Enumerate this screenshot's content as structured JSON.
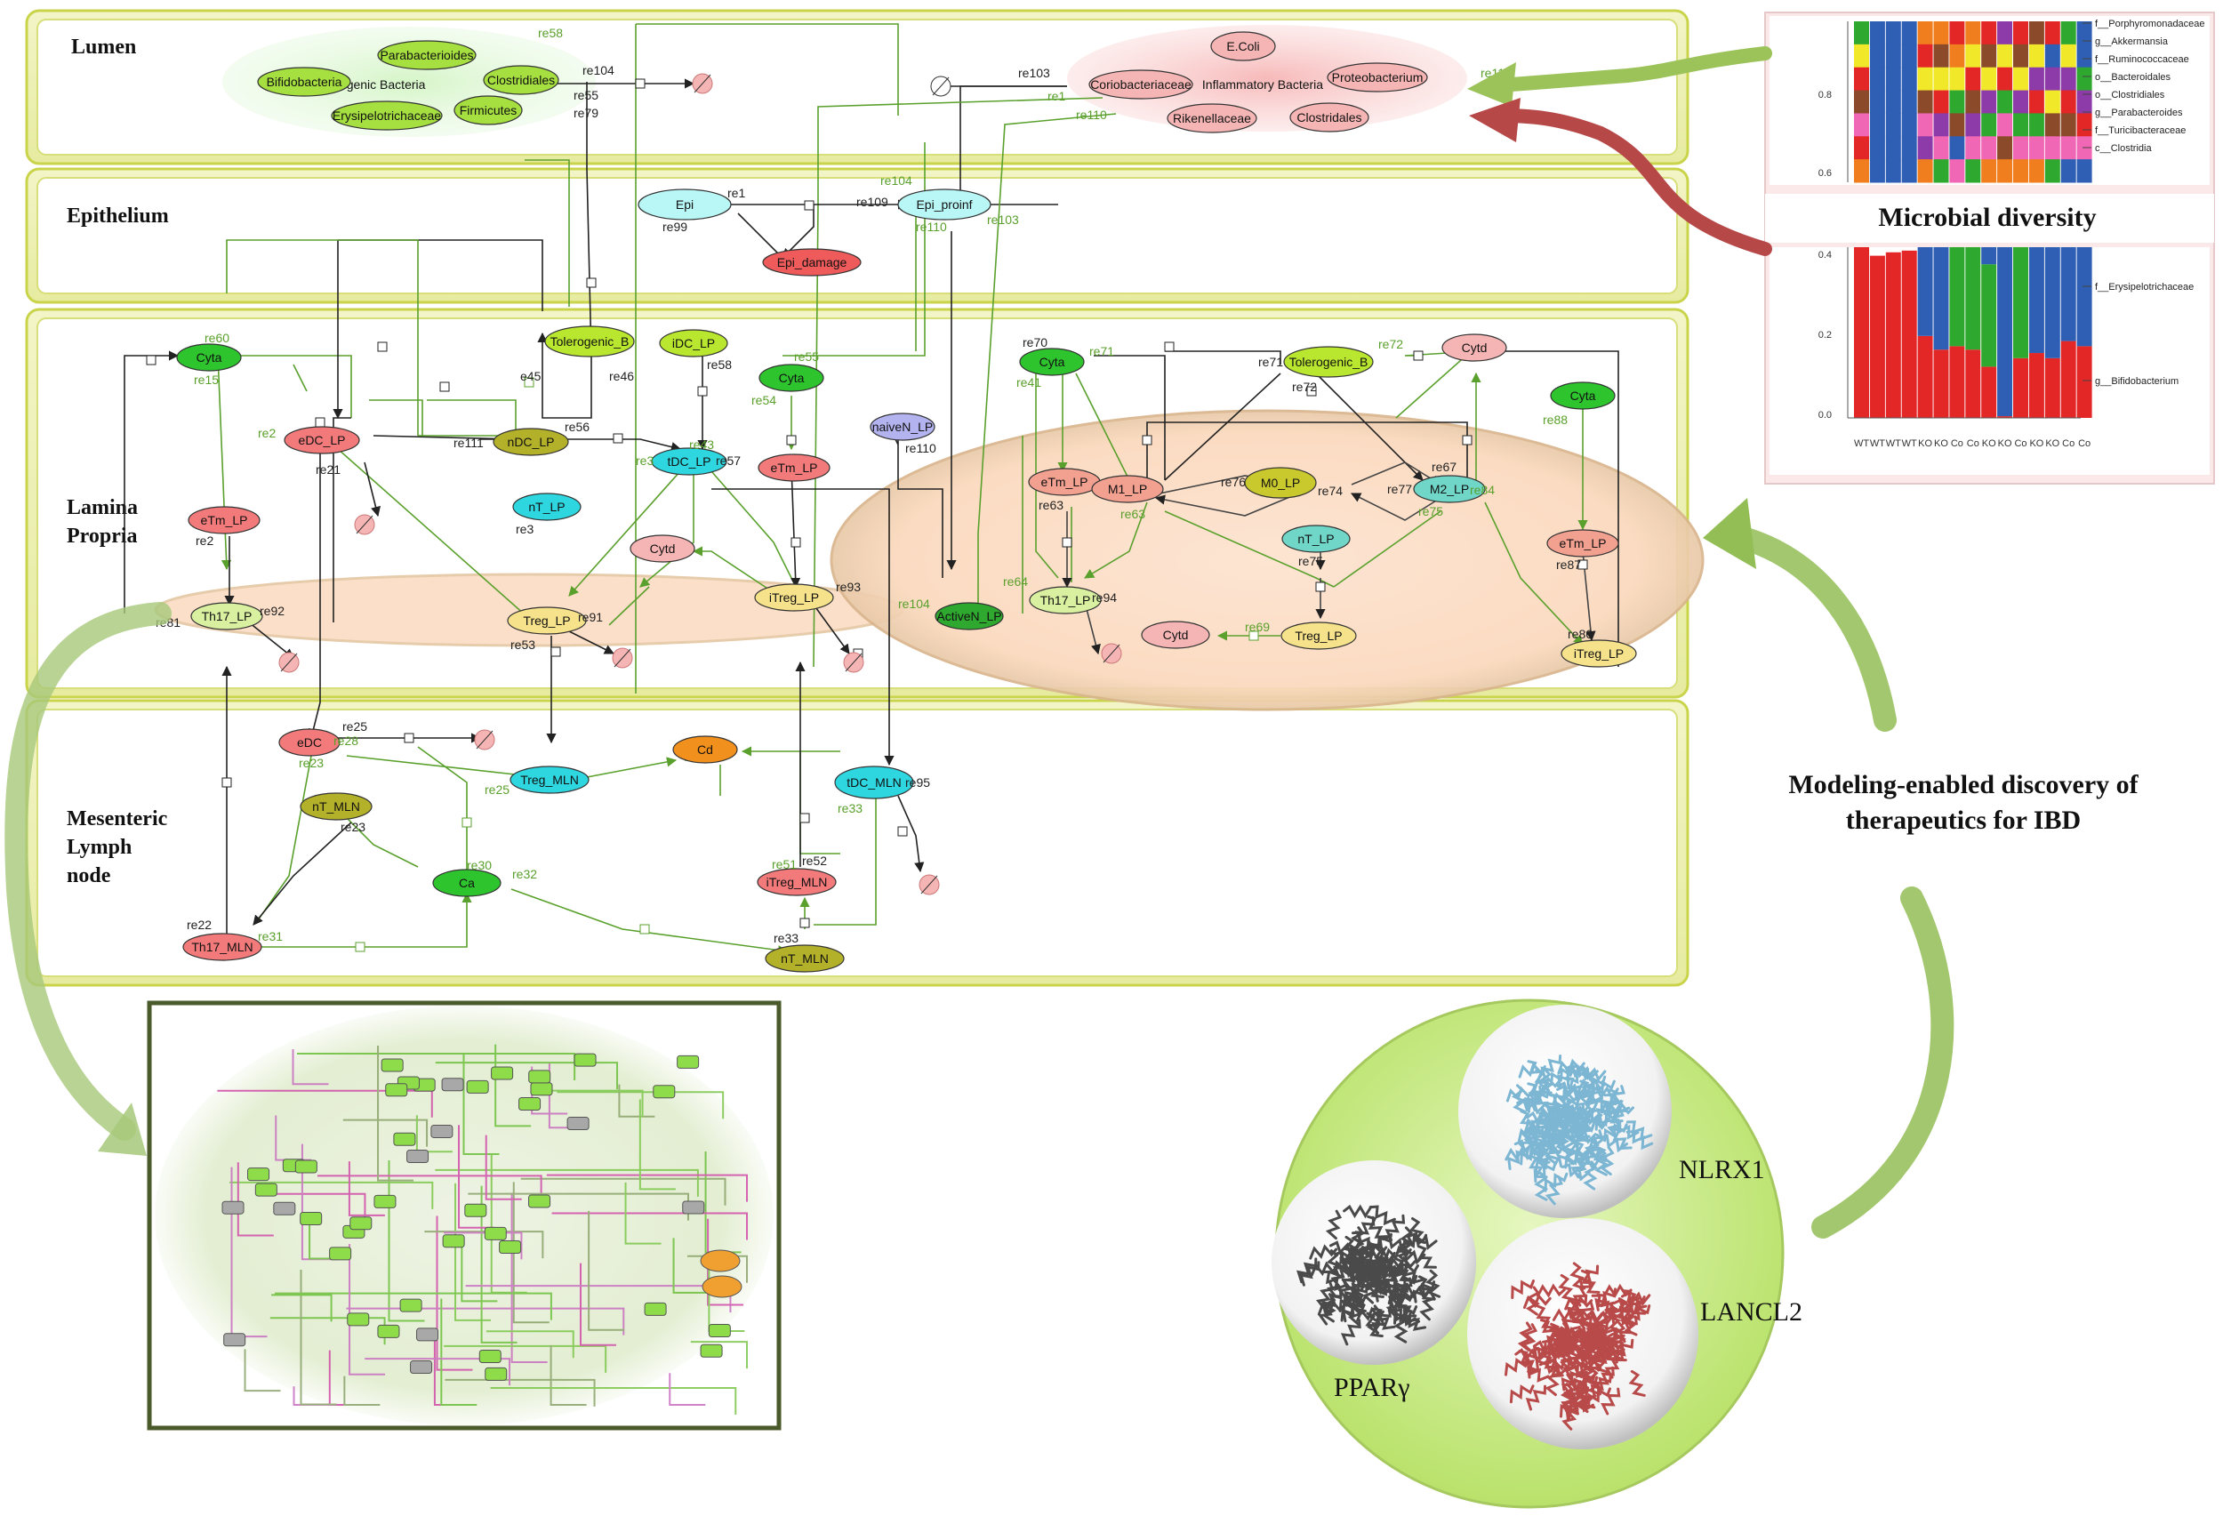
{
  "compartments": {
    "lumen": "Lumen",
    "epithelium": "Epithelium",
    "lamina_propria": [
      "Lamina",
      "Propria"
    ],
    "mln": [
      "Mesenteric",
      "Lymph",
      "node"
    ]
  },
  "groups": {
    "tolerogenic": "Tolerogenic Bacteria",
    "inflammatory": "Inflammatory Bacteria"
  },
  "nodes": [
    {
      "id": "bifido",
      "label": "Bifidobacteria",
      "color": "#a6e040"
    },
    {
      "id": "parab",
      "label": "Parabacterioides",
      "color": "#a6e040"
    },
    {
      "id": "clostridiales_t",
      "label": "Clostridiales",
      "color": "#a6e040"
    },
    {
      "id": "erysip",
      "label": "Erysipelotrichaceae",
      "color": "#a6e040"
    },
    {
      "id": "firmicutes",
      "label": "Firmicutes",
      "color": "#a6e040"
    },
    {
      "id": "ecoli",
      "label": "E.Coli",
      "color": "#f6b5b5"
    },
    {
      "id": "coriob",
      "label": "Coriobacteriaceae",
      "color": "#f6b5b5"
    },
    {
      "id": "proteob",
      "label": "Proteobacterium",
      "color": "#f6b5b5"
    },
    {
      "id": "rikenell",
      "label": "Rikenellaceae",
      "color": "#f6b5b5"
    },
    {
      "id": "clostridales_i",
      "label": "Clostridales",
      "color": "#f6b5b5"
    },
    {
      "id": "epi",
      "label": "Epi",
      "color": "#b9f6f6"
    },
    {
      "id": "epi_proinf",
      "label": "Epi_proinf",
      "color": "#b9f6f6"
    },
    {
      "id": "epi_damage",
      "label": "Epi_damage",
      "color": "#ef5a5a"
    },
    {
      "id": "cyta1",
      "label": "Cyta",
      "color": "#2ec42e"
    },
    {
      "id": "edc_lp",
      "label": "eDC_LP",
      "color": "#f27a7a"
    },
    {
      "id": "etm_lp1",
      "label": "eTm_LP",
      "color": "#f27a7a"
    },
    {
      "id": "th17_lp1",
      "label": "Th17_LP",
      "color": "#d9f0a0"
    },
    {
      "id": "tol_b1",
      "label": "Tolerogenic_B",
      "color": "#b9e62e"
    },
    {
      "id": "ndc_lp",
      "label": "nDC_LP",
      "color": "#b3b02a"
    },
    {
      "id": "idc_lp",
      "label": "iDC_LP",
      "color": "#b9e62e"
    },
    {
      "id": "tdc_lp",
      "label": "tDC_LP",
      "color": "#2ed6e0"
    },
    {
      "id": "cyta2",
      "label": "Cyta",
      "color": "#2ec42e"
    },
    {
      "id": "etm_lp2",
      "label": "eTm_LP",
      "color": "#f27a7a"
    },
    {
      "id": "nt_lp1",
      "label": "nT_LP",
      "color": "#2ed6e0"
    },
    {
      "id": "treg_lp1",
      "label": "Treg_LP",
      "color": "#f6e28a"
    },
    {
      "id": "cytd1",
      "label": "Cytd",
      "color": "#f6b5b5"
    },
    {
      "id": "itreg_lp1",
      "label": "iTreg_LP",
      "color": "#f6e28a"
    },
    {
      "id": "naiven_lp",
      "label": "naiveN_LP",
      "color": "#b3b3f0"
    },
    {
      "id": "activen_lp",
      "label": "ActiveN_LP",
      "color": "#2ea82e"
    },
    {
      "id": "cyta3",
      "label": "Cyta",
      "color": "#2ec42e"
    },
    {
      "id": "tol_b2",
      "label": "Tolerogenic_B",
      "color": "#b9e62e"
    },
    {
      "id": "cytd2",
      "label": "Cytd",
      "color": "#f6b5b5"
    },
    {
      "id": "cyta4",
      "label": "Cyta",
      "color": "#2ec42e"
    },
    {
      "id": "etm_lp3",
      "label": "eTm_LP",
      "color": "#f2a090"
    },
    {
      "id": "m1_lp",
      "label": "M1_LP",
      "color": "#f2a090"
    },
    {
      "id": "m0_lp",
      "label": "M0_LP",
      "color": "#c9c92e"
    },
    {
      "id": "m2_lp",
      "label": "M2_LP",
      "color": "#70d6c8"
    },
    {
      "id": "nt_lp2",
      "label": "nT_LP",
      "color": "#70d6c8"
    },
    {
      "id": "th17_lp2",
      "label": "Th17_LP",
      "color": "#d9f0a0"
    },
    {
      "id": "cytd3",
      "label": "Cytd",
      "color": "#f6b5b5"
    },
    {
      "id": "treg_lp2",
      "label": "Treg_LP",
      "color": "#f6e28a"
    },
    {
      "id": "etm_lp4",
      "label": "eTm_LP",
      "color": "#f2a090"
    },
    {
      "id": "itreg_lp2",
      "label": "iTreg_LP",
      "color": "#f6e28a"
    },
    {
      "id": "edc",
      "label": "eDC",
      "color": "#f27a7a"
    },
    {
      "id": "nt_mln1",
      "label": "nT_MLN",
      "color": "#b3b02a"
    },
    {
      "id": "treg_mln",
      "label": "Treg_MLN",
      "color": "#2ed6e0"
    },
    {
      "id": "cd",
      "label": "Cd",
      "color": "#f2901e"
    },
    {
      "id": "tdc_mln",
      "label": "tDC_MLN",
      "color": "#2ed6e0"
    },
    {
      "id": "ca",
      "label": "Ca",
      "color": "#2ec42e"
    },
    {
      "id": "itreg_mln",
      "label": "iTreg_MLN",
      "color": "#f27a7a"
    },
    {
      "id": "th17_mln",
      "label": "Th17_MLN",
      "color": "#f27a7a"
    },
    {
      "id": "nt_mln2",
      "label": "nT_MLN",
      "color": "#b3b02a"
    }
  ],
  "reactions": [
    {
      "t": "re58",
      "g": true
    },
    {
      "t": "re104",
      "g": false
    },
    {
      "t": "re55",
      "g": false
    },
    {
      "t": "re79",
      "g": false
    },
    {
      "t": "re103",
      "g": false
    },
    {
      "t": "re1",
      "g": true
    },
    {
      "t": "re110",
      "g": true
    },
    {
      "t": "re11",
      "g": true
    },
    {
      "t": "re1",
      "g": false
    },
    {
      "t": "re99",
      "g": false
    },
    {
      "t": "re104",
      "g": true
    },
    {
      "t": "re109",
      "g": false
    },
    {
      "t": "re110",
      "g": true
    },
    {
      "t": "re103",
      "g": true
    },
    {
      "t": "re60",
      "g": true
    },
    {
      "t": "re15",
      "g": true
    },
    {
      "t": "e45",
      "g": false
    },
    {
      "t": "re46",
      "g": false
    },
    {
      "t": "re58",
      "g": false
    },
    {
      "t": "re55",
      "g": true
    },
    {
      "t": "re54",
      "g": true
    },
    {
      "t": "re2",
      "g": true
    },
    {
      "t": "re111",
      "g": false
    },
    {
      "t": "re56",
      "g": false
    },
    {
      "t": "re21",
      "g": false
    },
    {
      "t": "re3",
      "g": true
    },
    {
      "t": "re57",
      "g": false
    },
    {
      "t": "re43",
      "g": true
    },
    {
      "t": "re3",
      "g": false
    },
    {
      "t": "re2",
      "g": false
    },
    {
      "t": "re81",
      "g": false
    },
    {
      "t": "re92",
      "g": false
    },
    {
      "t": "re91",
      "g": false
    },
    {
      "t": "re53",
      "g": false
    },
    {
      "t": "re93",
      "g": false
    },
    {
      "t": "re104",
      "g": true
    },
    {
      "t": "re110",
      "g": false
    },
    {
      "t": "re70",
      "g": false
    },
    {
      "t": "re71",
      "g": true
    },
    {
      "t": "re71",
      "g": false
    },
    {
      "t": "re72",
      "g": false
    },
    {
      "t": "re72",
      "g": true
    },
    {
      "t": "re41",
      "g": true
    },
    {
      "t": "re88",
      "g": true
    },
    {
      "t": "re63",
      "g": false
    },
    {
      "t": "re63",
      "g": true
    },
    {
      "t": "re76",
      "g": false
    },
    {
      "t": "re74",
      "g": false
    },
    {
      "t": "re77",
      "g": false
    },
    {
      "t": "re67",
      "g": false
    },
    {
      "t": "re75",
      "g": true
    },
    {
      "t": "re84",
      "g": true
    },
    {
      "t": "re75",
      "g": false
    },
    {
      "t": "re64",
      "g": true
    },
    {
      "t": "re94",
      "g": false
    },
    {
      "t": "re69",
      "g": true
    },
    {
      "t": "re87",
      "g": false
    },
    {
      "t": "re86",
      "g": false
    },
    {
      "t": "re25",
      "g": false
    },
    {
      "t": "re28",
      "g": true
    },
    {
      "t": "re23",
      "g": true
    },
    {
      "t": "re23",
      "g": false
    },
    {
      "t": "re25",
      "g": true
    },
    {
      "t": "re30",
      "g": true
    },
    {
      "t": "re32",
      "g": true
    },
    {
      "t": "re95",
      "g": false
    },
    {
      "t": "re33",
      "g": true
    },
    {
      "t": "re52",
      "g": false
    },
    {
      "t": "re51",
      "g": true
    },
    {
      "t": "re22",
      "g": false
    },
    {
      "t": "re31",
      "g": true
    },
    {
      "t": "re33",
      "g": false
    }
  ],
  "microbial": {
    "title": "Microbial diversity",
    "y_ticks_top": [
      "0.8",
      "0.6"
    ],
    "y_ticks_bottom": [
      "0.4",
      "0.2",
      "0.0"
    ],
    "x_labels": [
      "WT",
      "WT",
      "WT",
      "WT",
      "KO",
      "KO",
      "Co",
      "Co",
      "KO",
      "KO",
      "Co",
      "KO",
      "KO",
      "Co",
      "Co"
    ],
    "legend_top": [
      "f__Porphyromonadaceae",
      "g__Akkermansia",
      "f__Ruminococcaceae",
      "o__Bacteroidales",
      "o__Clostridiales",
      "g__Parabacteroides",
      "f__Turicibacteraceae",
      "c__Clostridia"
    ],
    "legend_bottom": [
      "f__Erysipelotrichaceae",
      "g__Bifidobacterium"
    ]
  },
  "modeling_text": [
    "Modeling-enabled discovery of",
    "therapeutics for IBD"
  ],
  "proteins": {
    "nlrx1": "NLRX1",
    "lancl2": "LANCL2",
    "pparg": "PPARγ"
  }
}
